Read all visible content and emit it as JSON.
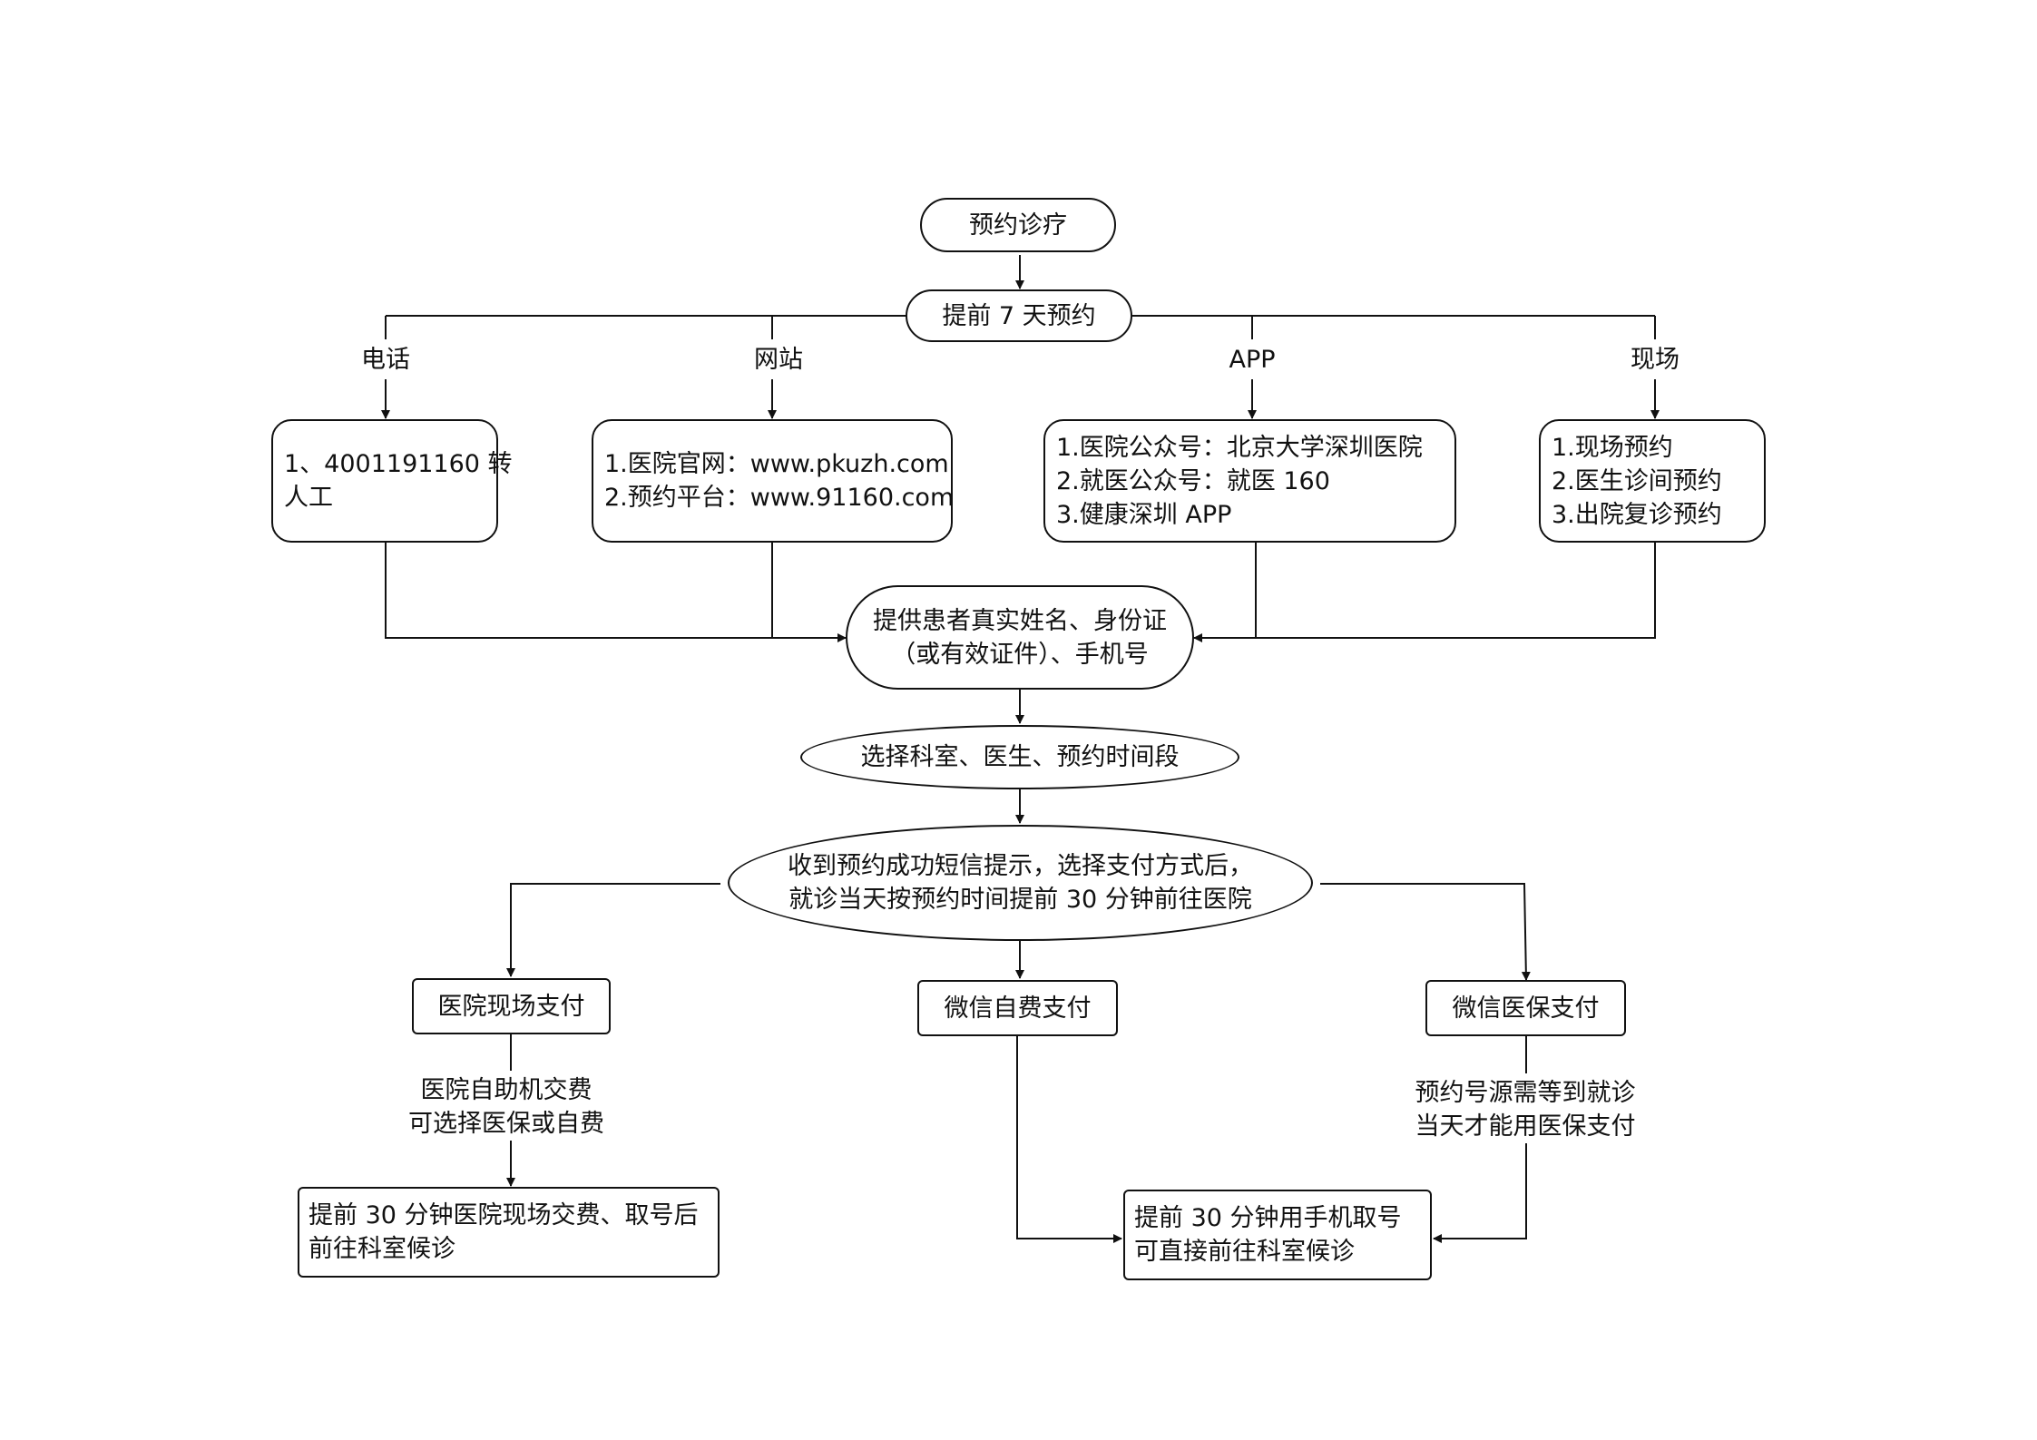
{
  "start": "预约诊疗",
  "advance": "提前 7 天预约",
  "channels": [
    {
      "label": "电话",
      "lines": [
        "1、4001191160 转",
        "人工"
      ]
    },
    {
      "label": "网站",
      "lines": [
        "1.医院官网：www.pkuzh.com",
        "2.预约平台：www.91160.com"
      ]
    },
    {
      "label": "APP",
      "lines": [
        "1.医院公众号：北京大学深圳医院",
        "2.就医公众号：就医 160",
        "3.健康深圳 APP"
      ]
    },
    {
      "label": "现场",
      "lines": [
        "1.现场预约",
        "2.医生诊间预约",
        "3.出院复诊预约"
      ]
    }
  ],
  "provide_info": [
    "提供患者真实姓名、身份证",
    "（或有效证件）、手机号"
  ],
  "select": "选择科室、医生、预约时间段",
  "sms": [
    "收到预约成功短信提示，选择支付方式后，",
    "就诊当天按预约时间提前 30 分钟前往医院"
  ],
  "payments": {
    "onsite": "医院现场支付",
    "wechat_self": "微信自费支付",
    "wechat_insurance": "微信医保支付"
  },
  "notes": {
    "onsite": [
      "医院自助机交费",
      "可选择医保或自费"
    ],
    "insurance": [
      "预约号源需等到就诊",
      "当天才能用医保支付"
    ]
  },
  "results": {
    "onsite": [
      "提前 30 分钟医院现场交费、取号后",
      "前往科室候诊"
    ],
    "wechat": [
      "提前 30 分钟用手机取号",
      "可直接前往科室候诊"
    ]
  }
}
